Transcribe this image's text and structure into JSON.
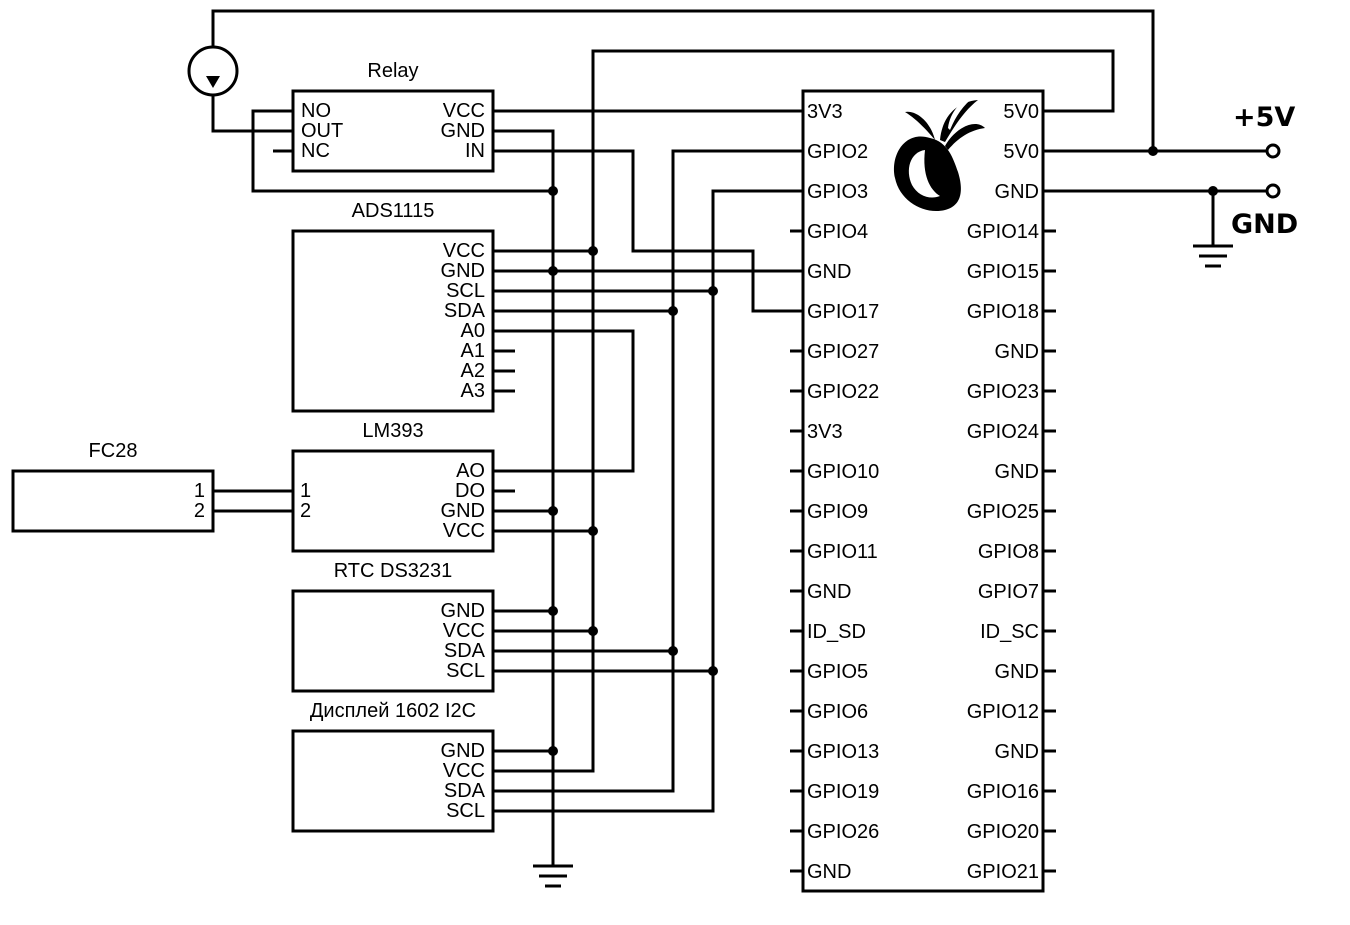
{
  "modules": {
    "relay": {
      "title": "Relay",
      "pins_left": [
        "NO",
        "OUT",
        "NC"
      ],
      "pins_right": [
        "VCC",
        "GND",
        "IN"
      ]
    },
    "ads1115": {
      "title": "ADS1115",
      "pins_right": [
        "VCC",
        "GND",
        "SCL",
        "SDA",
        "A0",
        "A1",
        "A2",
        "A3"
      ]
    },
    "fc28": {
      "title": "FC28",
      "pins_right": [
        "1",
        "2"
      ]
    },
    "lm393": {
      "title": "LM393",
      "pins_left": [
        "1",
        "2"
      ],
      "pins_right": [
        "AO",
        "DO",
        "GND",
        "VCC"
      ]
    },
    "rtc": {
      "title": "RTC DS3231",
      "pins_right": [
        "GND",
        "VCC",
        "SDA",
        "SCL"
      ]
    },
    "display": {
      "title": "Дисплей 1602 I2C",
      "pins_right": [
        "GND",
        "VCC",
        "SDA",
        "SCL"
      ]
    }
  },
  "pi": {
    "pins_left": [
      "3V3",
      "GPIO2",
      "GPIO3",
      "GPIO4",
      "GND",
      "GPIO17",
      "GPIO27",
      "GPIO22",
      "3V3",
      "GPIO10",
      "GPIO9",
      "GPIO11",
      "GND",
      "ID_SD",
      "GPIO5",
      "GPIO6",
      "GPIO13",
      "GPIO19",
      "GPIO26",
      "GND"
    ],
    "pins_right": [
      "5V0",
      "5V0",
      "GND",
      "GPIO14",
      "GPIO15",
      "GPIO18",
      "GND",
      "GPIO23",
      "GPIO24",
      "GND",
      "GPIO25",
      "GPIO8",
      "GPIO7",
      "ID_SC",
      "GND",
      "GPIO12",
      "GND",
      "GPIO16",
      "GPIO20",
      "GPIO21"
    ]
  },
  "power": {
    "plus5v": "+5V",
    "gnd": "GND"
  },
  "icons": [
    "pump-icon",
    "ground-symbol-icon",
    "raspberry-logo-icon"
  ]
}
